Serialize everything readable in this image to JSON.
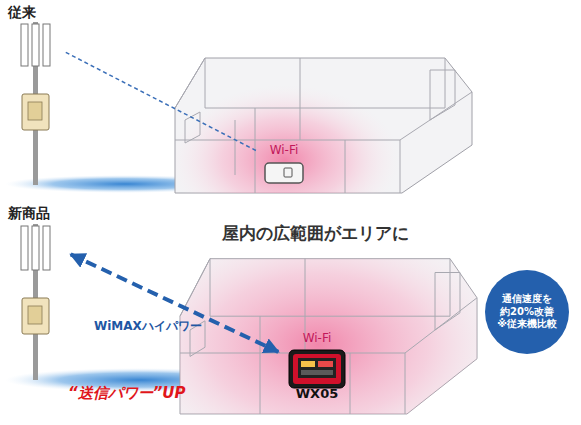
{
  "diagram": {
    "nodes": [
      {
        "text": [
          "従来"
        ]
      },
      {
        "text": [
          "Wi-Fi"
        ]
      },
      {
        "text": [
          "新商品"
        ]
      },
      {
        "text": [
          "Wi-Fi",
          "WX05"
        ]
      },
      {
        "text": [
          "通信速度を 約20%改善",
          "※従来機比較"
        ]
      }
    ],
    "edges": [
      {
        "from": 0,
        "to": 1,
        "arrow": "none"
      },
      {
        "from": 2,
        "to": 3,
        "label": "WiMAXハイパワー",
        "arrow": "both"
      }
    ],
    "labels": [
      "屋内の広範囲がエリアに",
      "“送信パワー”UP"
    ]
  }
}
